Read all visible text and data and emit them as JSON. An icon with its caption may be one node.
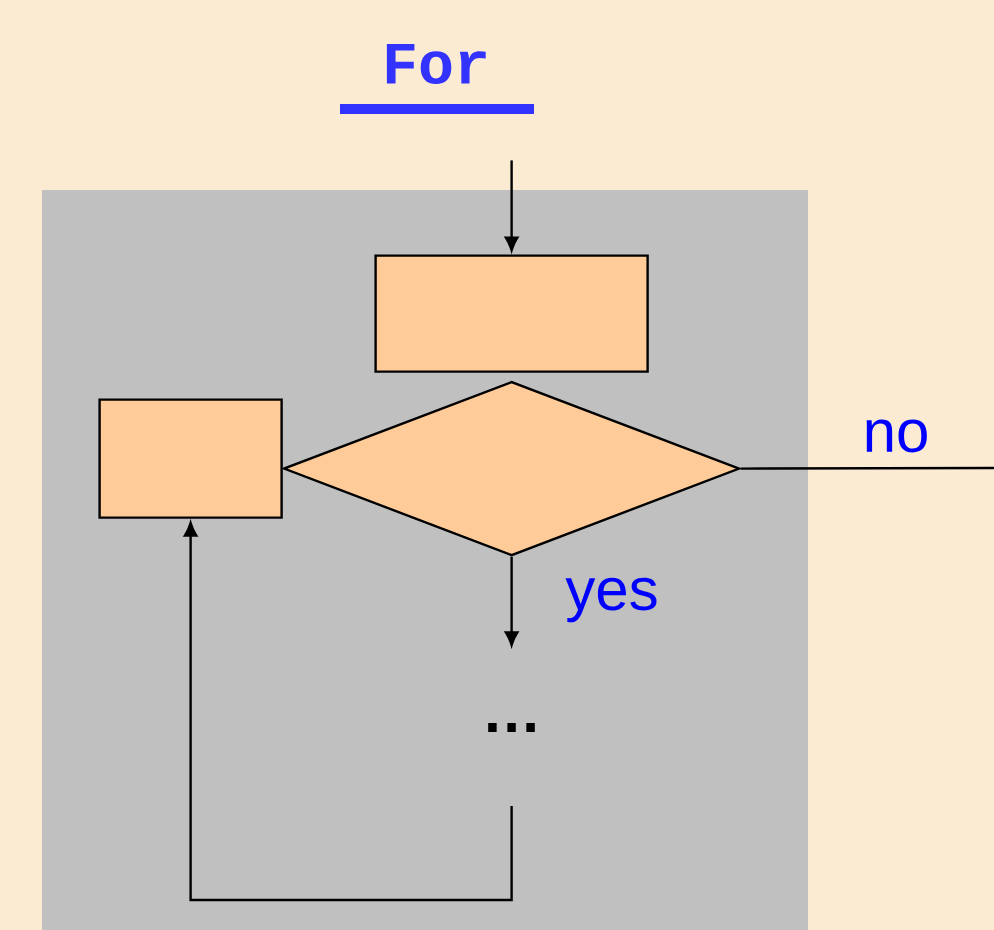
{
  "diagram": {
    "title": "For",
    "nodes": [
      {
        "text": [],
        "shape": "box"
      },
      {
        "text": [],
        "shape": "box",
        "in": 0
      },
      {
        "text": [],
        "shape": "diamond",
        "in": 0
      },
      {
        "text": [],
        "shape": "box",
        "in": 0
      },
      {
        "text": [
          "…"
        ],
        "in": 0
      }
    ],
    "edges": [
      {
        "from": null,
        "to": 1,
        "arrow": "to"
      },
      {
        "from": 2,
        "to": 4,
        "arrow": "to",
        "label": "yes"
      },
      {
        "from": 2,
        "to": null,
        "arrow": "none",
        "label": "no"
      },
      {
        "from": 4,
        "to": 3,
        "arrow": "to"
      }
    ]
  }
}
